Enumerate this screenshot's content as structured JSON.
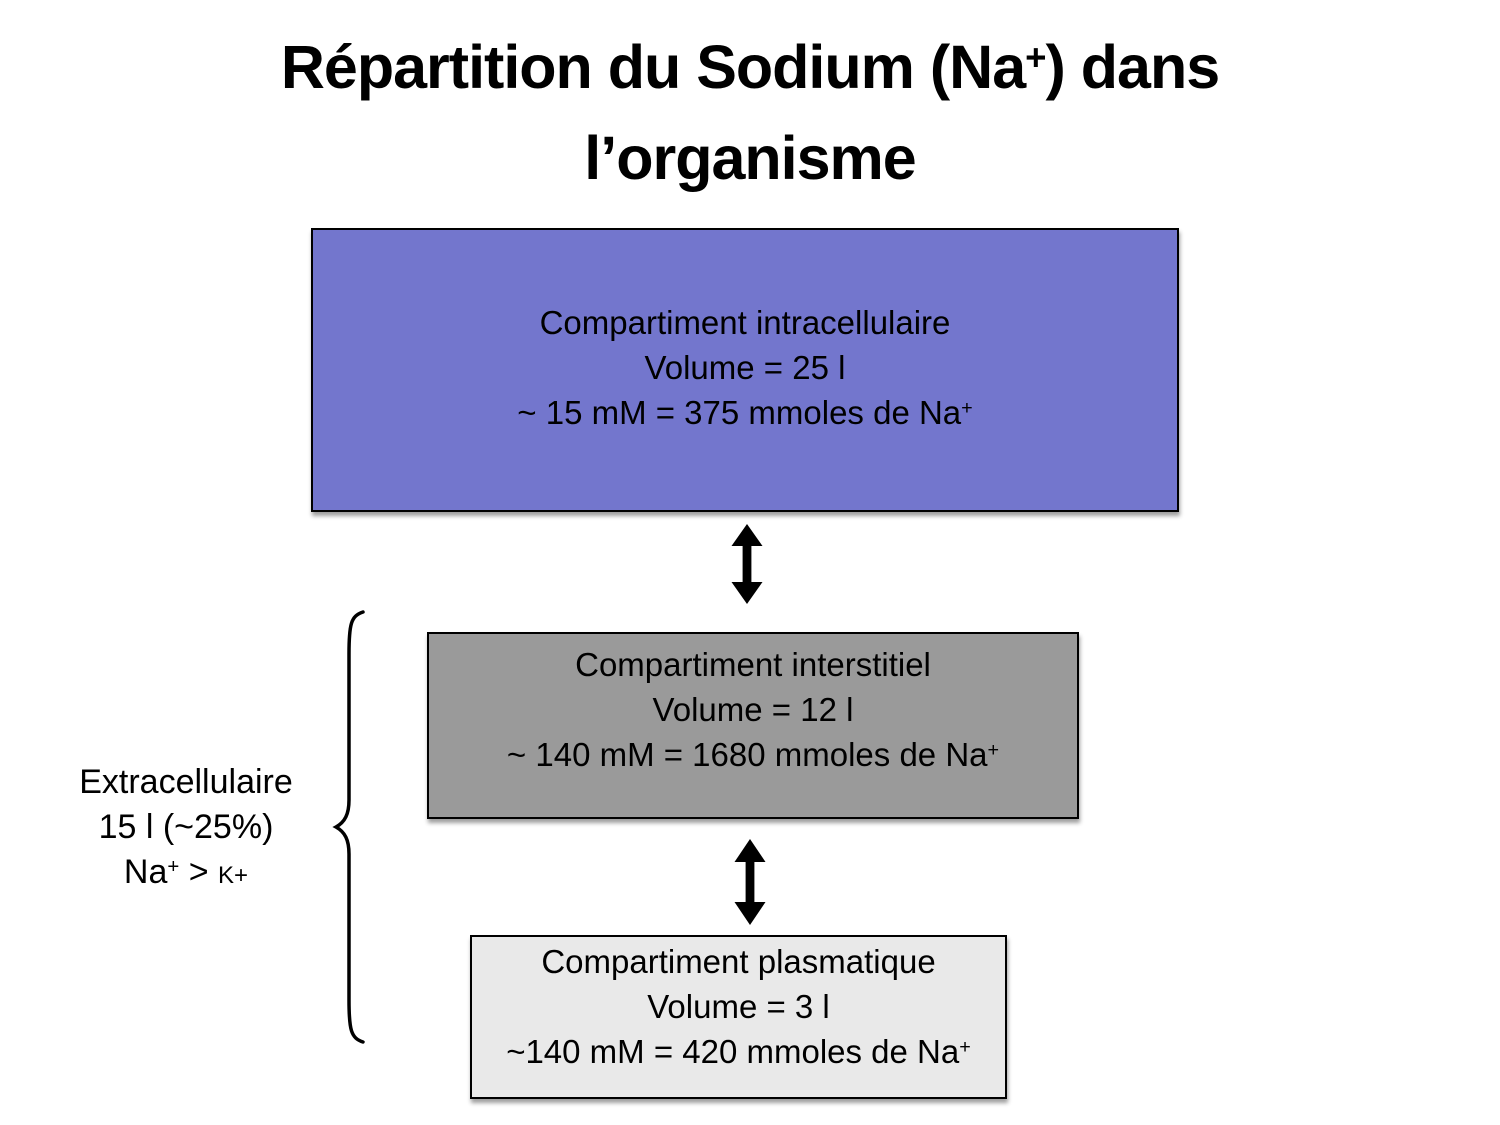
{
  "slide": {
    "title": {
      "line1_pre": "Répartition du Sodium (Na",
      "line1_sup": "+",
      "line1_post": ") dans",
      "line2": "l’organisme"
    },
    "compartments": [
      {
        "id": "intracellulaire",
        "name": "Compartiment intracellulaire",
        "volume": "Volume = 25 l",
        "amount_pre": "~ 15 mM = 375 mmoles de Na",
        "amount_sup": "+",
        "fill": "#7376CD"
      },
      {
        "id": "interstitiel",
        "name": "Compartiment interstitiel",
        "volume": "Volume = 12 l",
        "amount_pre": "~ 140 mM = 1680 mmoles de Na",
        "amount_sup": "+",
        "fill": "#9A9A9A"
      },
      {
        "id": "plasmatique",
        "name": "Compartiment plasmatique",
        "volume": "Volume = 3 l",
        "amount_pre": "~140 mM = 420 mmoles de Na",
        "amount_sup": "+",
        "fill": "#E9E9E9"
      }
    ],
    "extracellular_label": {
      "line1": "Extracellulaire",
      "line2": "15 l (~25%)",
      "line3_pre": "Na",
      "line3_sup": "+",
      "line3_mid": " > ",
      "line3_small": "K+"
    },
    "colors": {
      "intracellular_fill": "#7376CD",
      "interstitial_fill": "#9A9A9A",
      "plasma_fill": "#E9E9E9",
      "border": "#000000",
      "arrow": "#000000",
      "background": "#FFFFFF",
      "text": "#000000"
    }
  }
}
